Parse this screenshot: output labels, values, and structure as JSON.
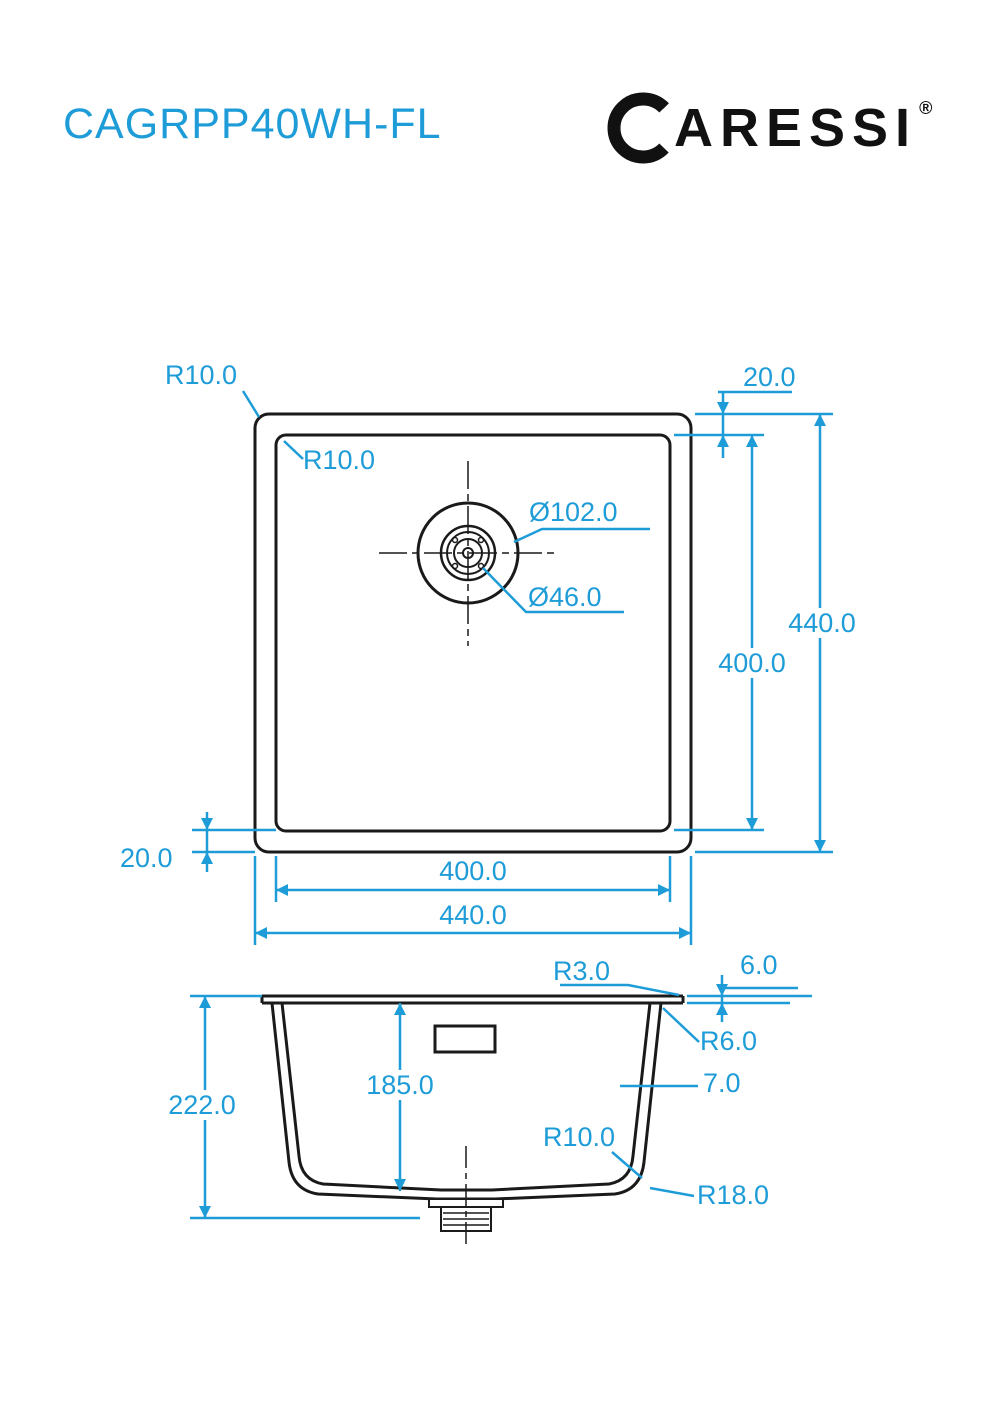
{
  "colors": {
    "accent": "#1E9CD8",
    "ink": "#1A1A1A",
    "background": "#FFFFFF"
  },
  "header": {
    "model": "CAGRPP40WH-FL",
    "brand": "ARESSI",
    "brand_initial": "C",
    "registered": "®"
  },
  "top_view": {
    "corner_radius_outer": "R10.0",
    "corner_radius_inner": "R10.0",
    "rim_width_top": "20.0",
    "drain_outer_diameter": "Ø102.0",
    "drain_inner_diameter": "Ø46.0",
    "bowl_height": "400.0",
    "overall_height": "440.0",
    "rim_width_left": "20.0",
    "bowl_width": "400.0",
    "overall_width": "440.0"
  },
  "section_view": {
    "overall_depth": "222.0",
    "bowl_depth": "185.0",
    "rim_edge_radius": "R3.0",
    "rim_thickness": "6.0",
    "rim_underside_radius": "R6.0",
    "wall_thickness": "7.0",
    "bottom_inner_radius": "R10.0",
    "bottom_outer_radius": "R18.0"
  }
}
